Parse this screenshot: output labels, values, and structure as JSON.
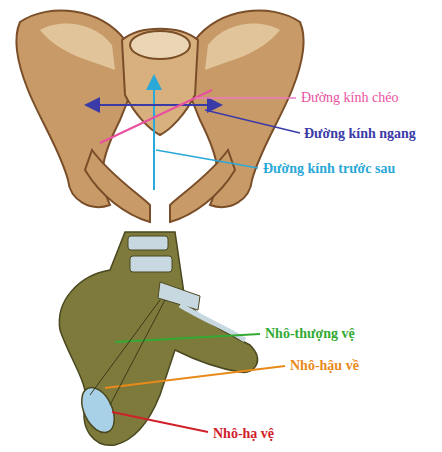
{
  "diagram": {
    "labels": [
      "Đường kính chéo",
      "Đường kính ngang",
      "Đường kính trước sau",
      "Nhô-thượng vệ",
      "Nhô-hậu về",
      "Nhô-hạ vệ"
    ]
  }
}
